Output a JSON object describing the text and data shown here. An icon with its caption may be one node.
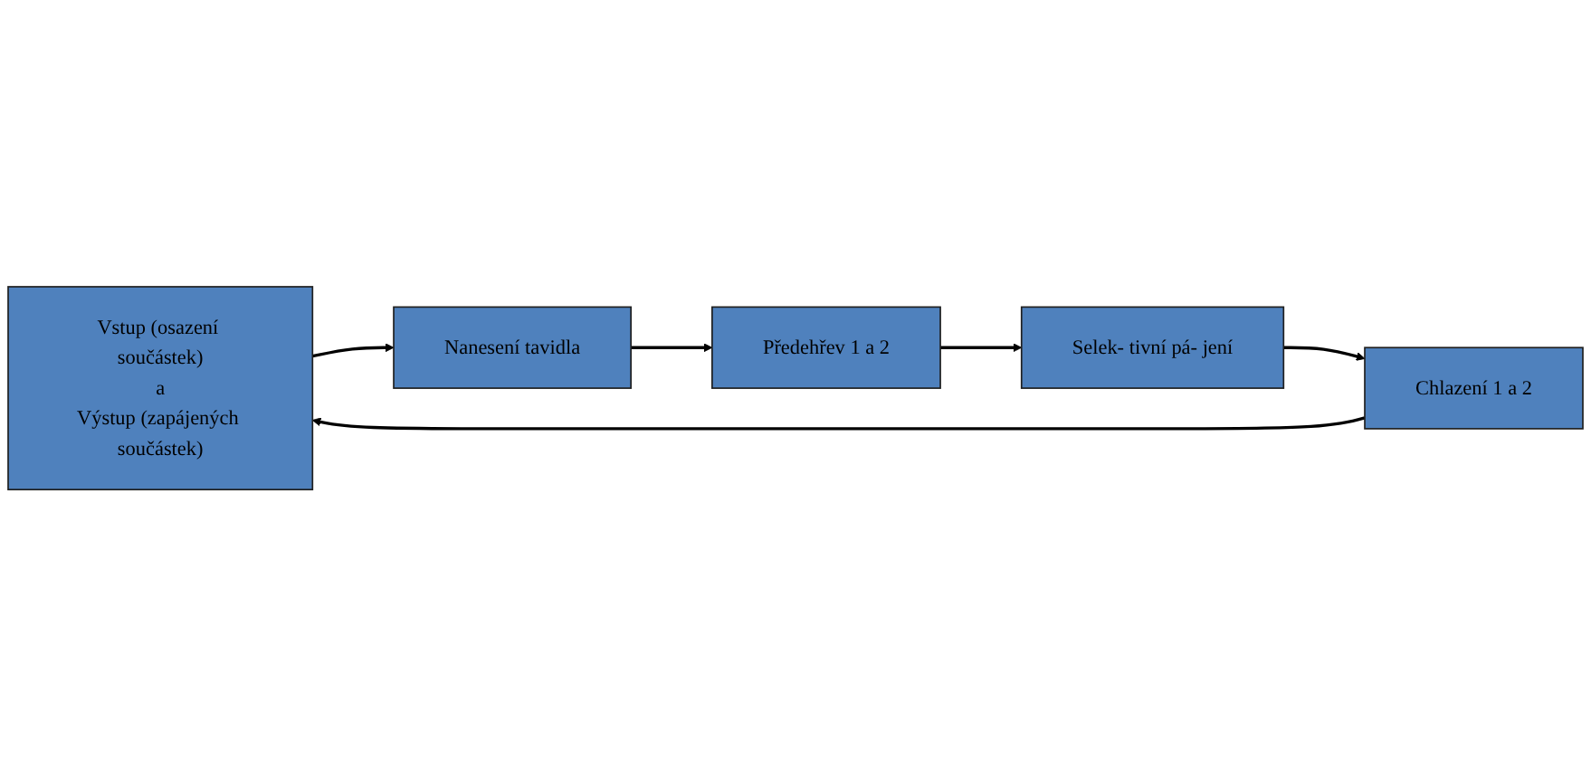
{
  "diagram": {
    "nodes": [
      {
        "text": [
          "Vstup (osazení součástek)",
          "a",
          "Výstup (zapájených součástek)"
        ]
      },
      {
        "text": [
          "Nanesení tavidla"
        ]
      },
      {
        "text": [
          "Předehřev 1 a 2"
        ]
      },
      {
        "text": [
          "Selek- tivní pá- jení"
        ]
      },
      {
        "text": [
          "Chlazení 1 a 2"
        ]
      }
    ],
    "edges": [
      {
        "from": 0,
        "to": 1,
        "arrow": "to"
      },
      {
        "from": 1,
        "to": 2,
        "arrow": "to"
      },
      {
        "from": 2,
        "to": 3,
        "arrow": "to"
      },
      {
        "from": 3,
        "to": 4,
        "arrow": "to"
      },
      {
        "from": 4,
        "to": 0,
        "arrow": "to"
      }
    ]
  }
}
